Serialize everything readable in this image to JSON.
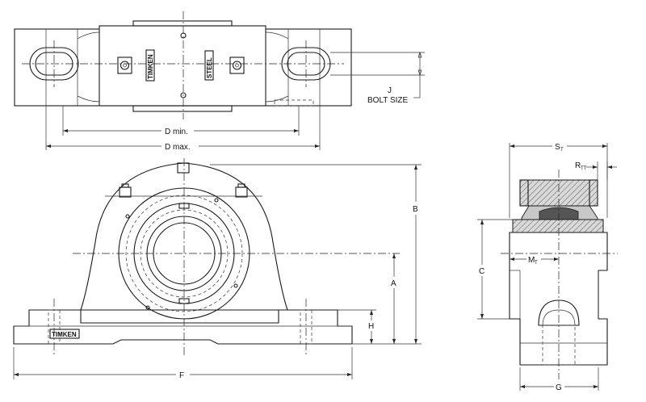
{
  "labels": {
    "j": "J",
    "bolt_size": "BOLT SIZE",
    "d_min": "D min.",
    "d_max": "D max.",
    "b": "B",
    "a": "A",
    "h": "H",
    "f": "F",
    "s": "S",
    "s_sub": "T",
    "r": "R",
    "r_sub": "TT",
    "c": "C",
    "m": "M",
    "m_sub": "T",
    "g": "G"
  },
  "stamps": {
    "timken_top": "TIMKEN",
    "steel_top": "STEEL",
    "timken_base": "TIMKEN"
  }
}
